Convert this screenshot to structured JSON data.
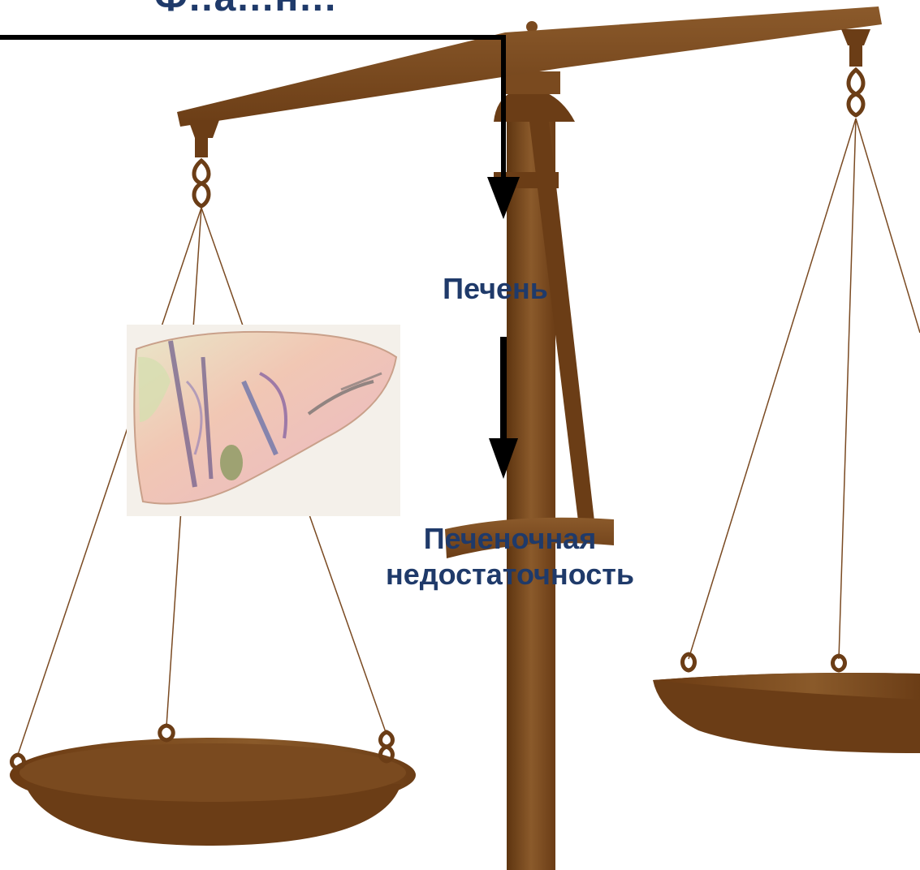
{
  "slide": {
    "title_fragment": "Ф..а...н...",
    "label_liver": "Печень",
    "label_failure_line1": "Печеночная",
    "label_failure_line2": "недостаточность"
  },
  "colors": {
    "text_accent": "#1f3a6a",
    "wood_dark": "#6b3d16",
    "wood_light": "#8a5a2a",
    "arrow": "#000000",
    "string": "#7a4a22"
  },
  "illustration": {
    "subject": "liver-anatomy-drawing",
    "icon": "scales-of-balance-icon"
  }
}
